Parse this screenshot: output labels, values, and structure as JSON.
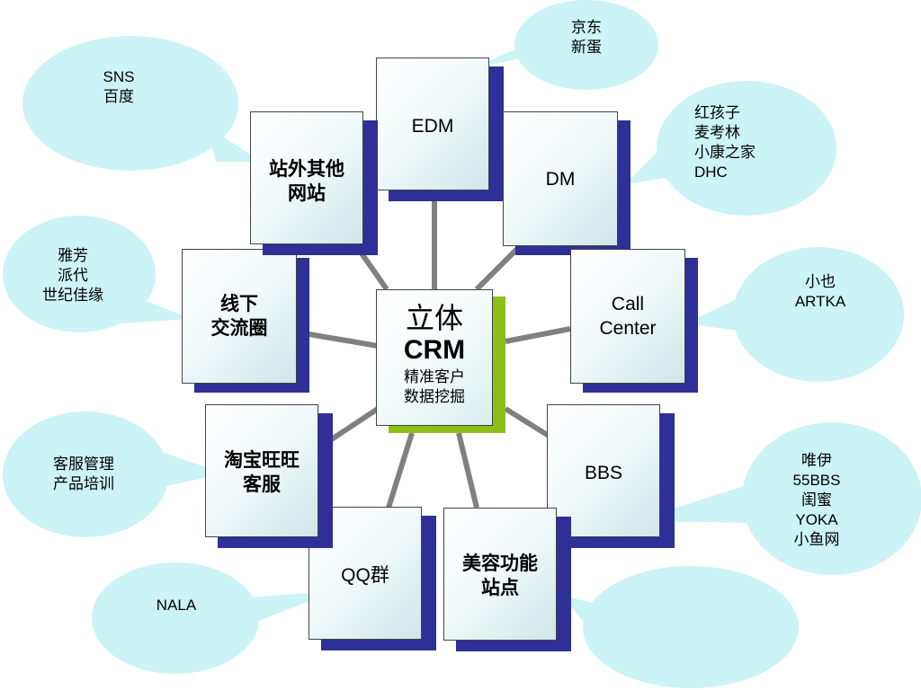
{
  "center": {
    "title": "立体",
    "subtitle": "CRM",
    "desc_line1": "精准客户",
    "desc_line2": "数据挖掘"
  },
  "nodes": {
    "edm": "EDM",
    "dm": "DM",
    "call_center_line1": "Call",
    "call_center_line2": "Center",
    "bbs": "BBS",
    "beauty_line1": "美容功能",
    "beauty_line2": "站点",
    "qq": "QQ群",
    "taobao_line1": "淘宝旺旺",
    "taobao_line2": "客服",
    "offline_line1": "线下",
    "offline_line2": "交流圈",
    "offsite_line1": "站外其他",
    "offsite_line2": "网站"
  },
  "notes": {
    "edm": "京东\n新蛋",
    "dm": "红孩子\n麦考林\n小康之家\nDHC",
    "call_center": "小也\nARTKA",
    "bbs": "唯伊\n55BBS\n闺蜜\nYOKA\n小鱼网",
    "beauty": "",
    "qq": "NALA",
    "taobao": "客服管理\n产品培训",
    "offline": "雅芳\n派代\n世纪佳缘",
    "offsite": "SNS\n百度"
  },
  "colors": {
    "bubble": "#ccf3f5",
    "connector": "#808080",
    "node_shadow": "#2e2f97",
    "center_shadow": "#8cbf18"
  }
}
